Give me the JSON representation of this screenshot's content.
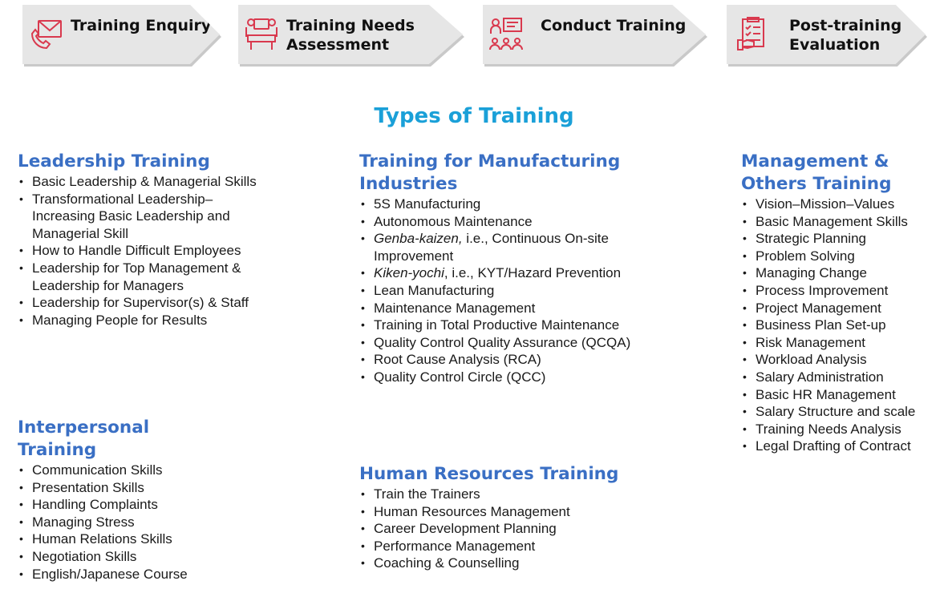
{
  "process_steps": [
    {
      "label": "Training Enquiry",
      "icon": "mail-phone-icon"
    },
    {
      "label": "Training Needs Assessment",
      "icon": "meeting-table-icon"
    },
    {
      "label": "Conduct Training",
      "icon": "presentation-audience-icon"
    },
    {
      "label": "Post-training Evaluation",
      "icon": "checklist-evaluation-icon"
    }
  ],
  "colors": {
    "accent_red": "#d9394e",
    "title_cyan": "#1aa0d8",
    "section_blue": "#3a6fc4",
    "step_bg": "#e6e6e6"
  },
  "main_title": "Types of Training",
  "sections": {
    "leadership": {
      "title": "Leadership Training",
      "items": [
        "Basic Leadership & Managerial Skills",
        "Transformational Leadership–Increasing Basic Leadership and Managerial Skill",
        "How to Handle Difficult Employees",
        "Leadership for Top Management & Leadership for Managers",
        "Leadership for Supervisor(s) & Staff",
        "Managing People for Results"
      ]
    },
    "interpersonal": {
      "title": "Interpersonal Training",
      "items": [
        "Communication Skills",
        "Presentation Skills",
        "Handling Complaints",
        "Managing Stress",
        "Human Relations Skills",
        "Negotiation Skills",
        "English/Japanese Course"
      ]
    },
    "manufacturing": {
      "title": "Training for Manufacturing Industries",
      "items": [
        {
          "em": "",
          "text": "5S Manufacturing"
        },
        {
          "em": "",
          "text": "Autonomous Maintenance"
        },
        {
          "em": "Genba-kaizen,",
          "text": " i.e., Continuous On-site Improvement"
        },
        {
          "em": "Kiken-yochi",
          "text": ", i.e., KYT/Hazard Prevention"
        },
        {
          "em": "",
          "text": "Lean Manufacturing"
        },
        {
          "em": "",
          "text": "Maintenance Management"
        },
        {
          "em": "",
          "text": "Training in Total Productive Maintenance"
        },
        {
          "em": "",
          "text": "Quality Control Quality Assurance (QCQA)"
        },
        {
          "em": "",
          "text": "Root Cause Analysis (RCA)"
        },
        {
          "em": "",
          "text": "Quality Control Circle (QCC)"
        }
      ]
    },
    "hr": {
      "title": "Human Resources Training",
      "items": [
        "Train the Trainers",
        "Human Resources Management",
        "Career Development Planning",
        "Performance Management",
        "Coaching & Counselling"
      ]
    },
    "management": {
      "title": "Management & Others Training",
      "items": [
        "Vision–Mission–Values",
        "Basic Management Skills",
        "Strategic Planning",
        "Problem Solving",
        "Managing Change",
        "Process Improvement",
        "Project Management",
        "Business Plan Set-up",
        "Risk Management",
        "Workload Analysis",
        "Salary Administration",
        "Basic HR Management",
        "Salary Structure and scale",
        "Training Needs Analysis",
        "Legal Drafting of Contract"
      ]
    }
  }
}
